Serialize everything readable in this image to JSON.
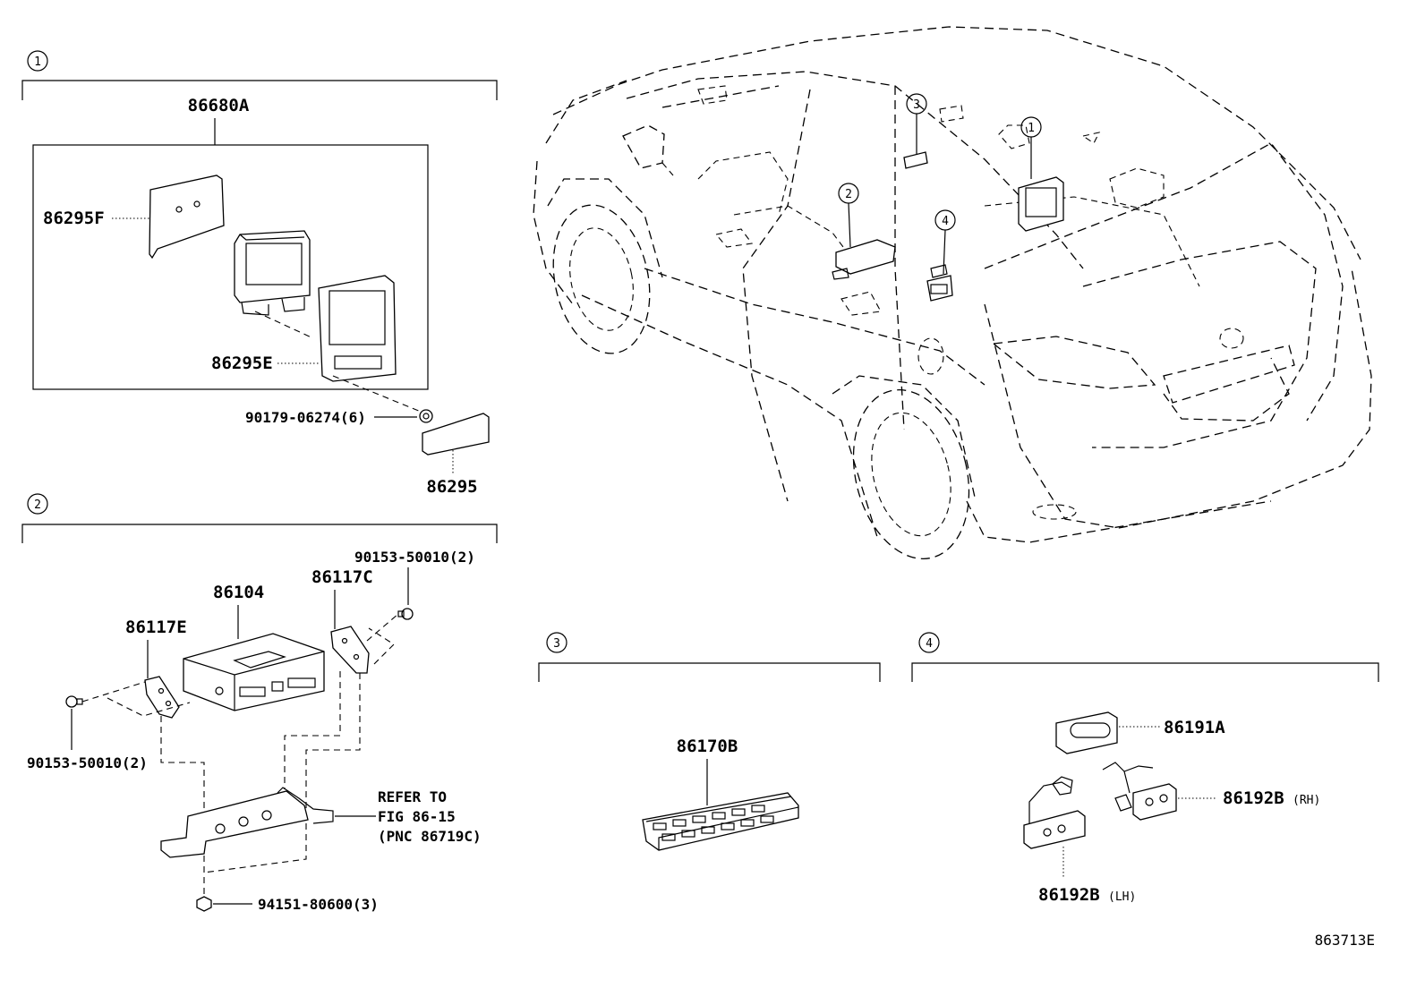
{
  "diagram_id": "863713E",
  "callouts": [
    "1",
    "2",
    "3",
    "4"
  ],
  "sections": {
    "s1": {
      "number": "1",
      "assembly": "86680A",
      "cover": "86295F",
      "bezel": "86295E",
      "screw": "90179-06274(6)",
      "lid": "86295"
    },
    "s2": {
      "number": "2",
      "module": "86104",
      "bracket_right": "86117C",
      "bracket_left": "86117E",
      "bolt_top": "90153-50010(2)",
      "bolt_left": "90153-50010(2)",
      "nut": "94151-80600(3)",
      "refer_line1": "REFER TO",
      "refer_line2": "FIG 86-15",
      "refer_line3": "(PNC 86719C)"
    },
    "s3": {
      "number": "3",
      "remote": "86170B"
    },
    "s4": {
      "number": "4",
      "panel": "86191A",
      "jack_rh": "86192B",
      "rh_suffix": "(RH)",
      "jack_lh": "86192B",
      "lh_suffix": "(LH)"
    }
  }
}
